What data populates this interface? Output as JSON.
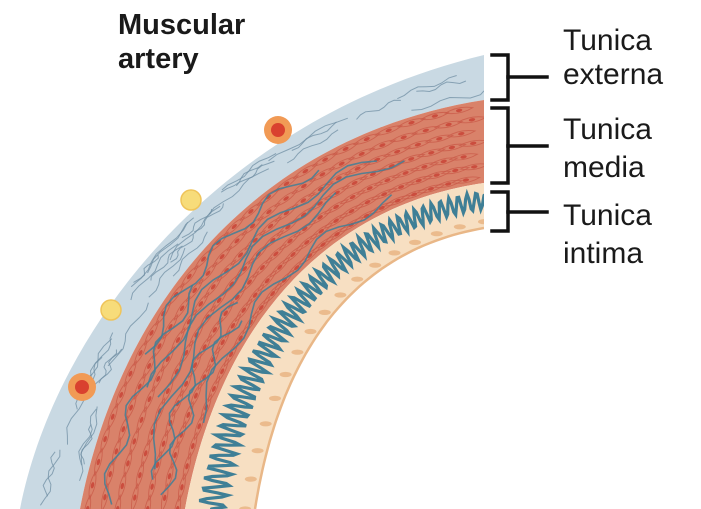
{
  "title": {
    "line1": "Muscular",
    "line2": "artery"
  },
  "labels": {
    "externa": {
      "line1": "Tunica",
      "line2": "externa"
    },
    "media": {
      "line1": "Tunica",
      "line2": "media"
    },
    "intima": {
      "line1": "Tunica",
      "line2": "intima"
    }
  },
  "colors": {
    "externa": "#c9d9e3",
    "externa_fiber": "#6f8ea3",
    "media": "#d9826a",
    "media_cell": "#c95a48",
    "media_nucleus": "#c9473a",
    "elastic_lamina": "#3f7f96",
    "intima": "#f7dfc2",
    "intima_dark": "#e9b787",
    "bracket": "#111111",
    "cell_orange": "#e8703a",
    "cell_yellow": "#f7dc7a"
  }
}
